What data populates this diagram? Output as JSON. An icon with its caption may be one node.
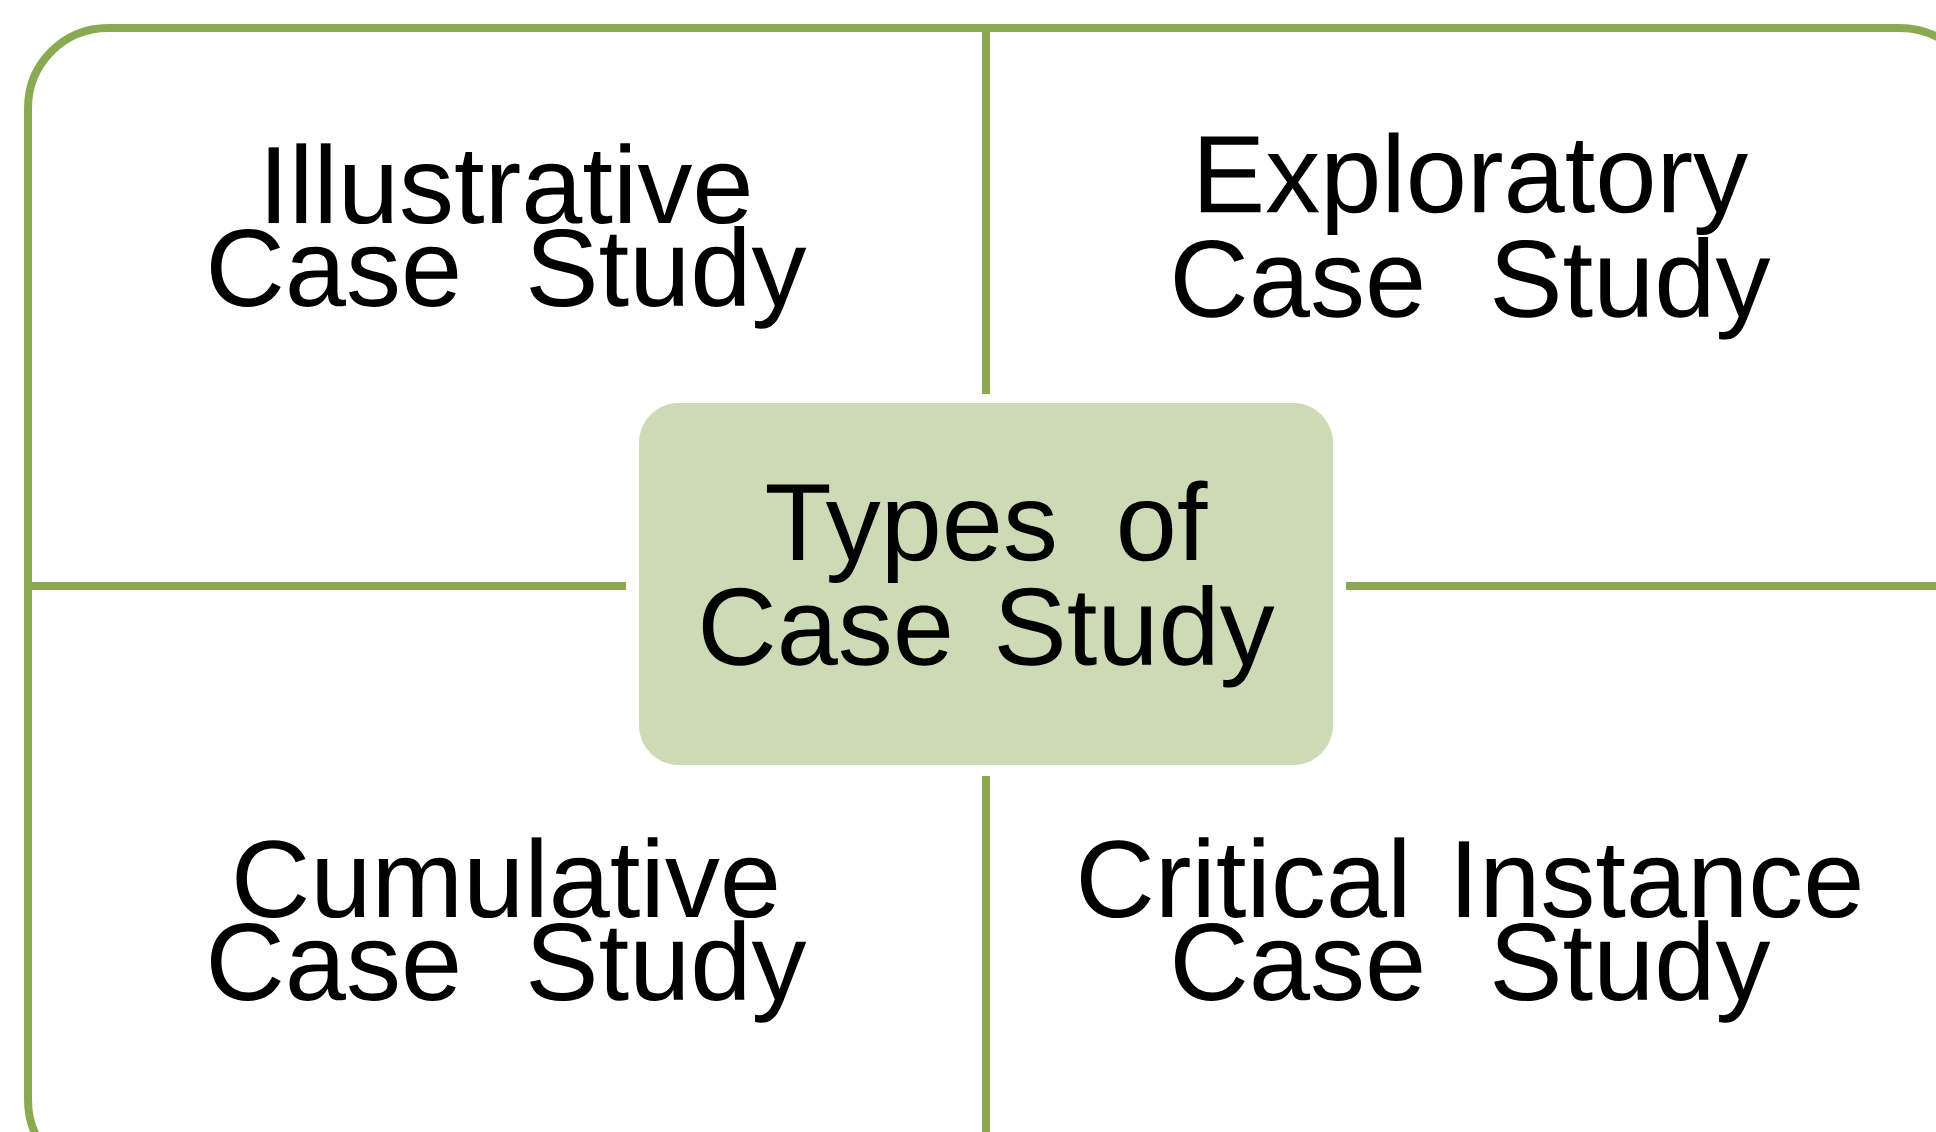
{
  "diagram": {
    "nodes": [
      {
        "text": [
          "Illustrative Case Study"
        ]
      },
      {
        "text": [
          "Exploratory Case Study"
        ]
      },
      {
        "text": [
          "Types of Case Study"
        ]
      },
      {
        "text": [
          "Cumulative Case Study"
        ]
      },
      {
        "text": [
          "Critical Instance Case Study"
        ]
      }
    ]
  }
}
